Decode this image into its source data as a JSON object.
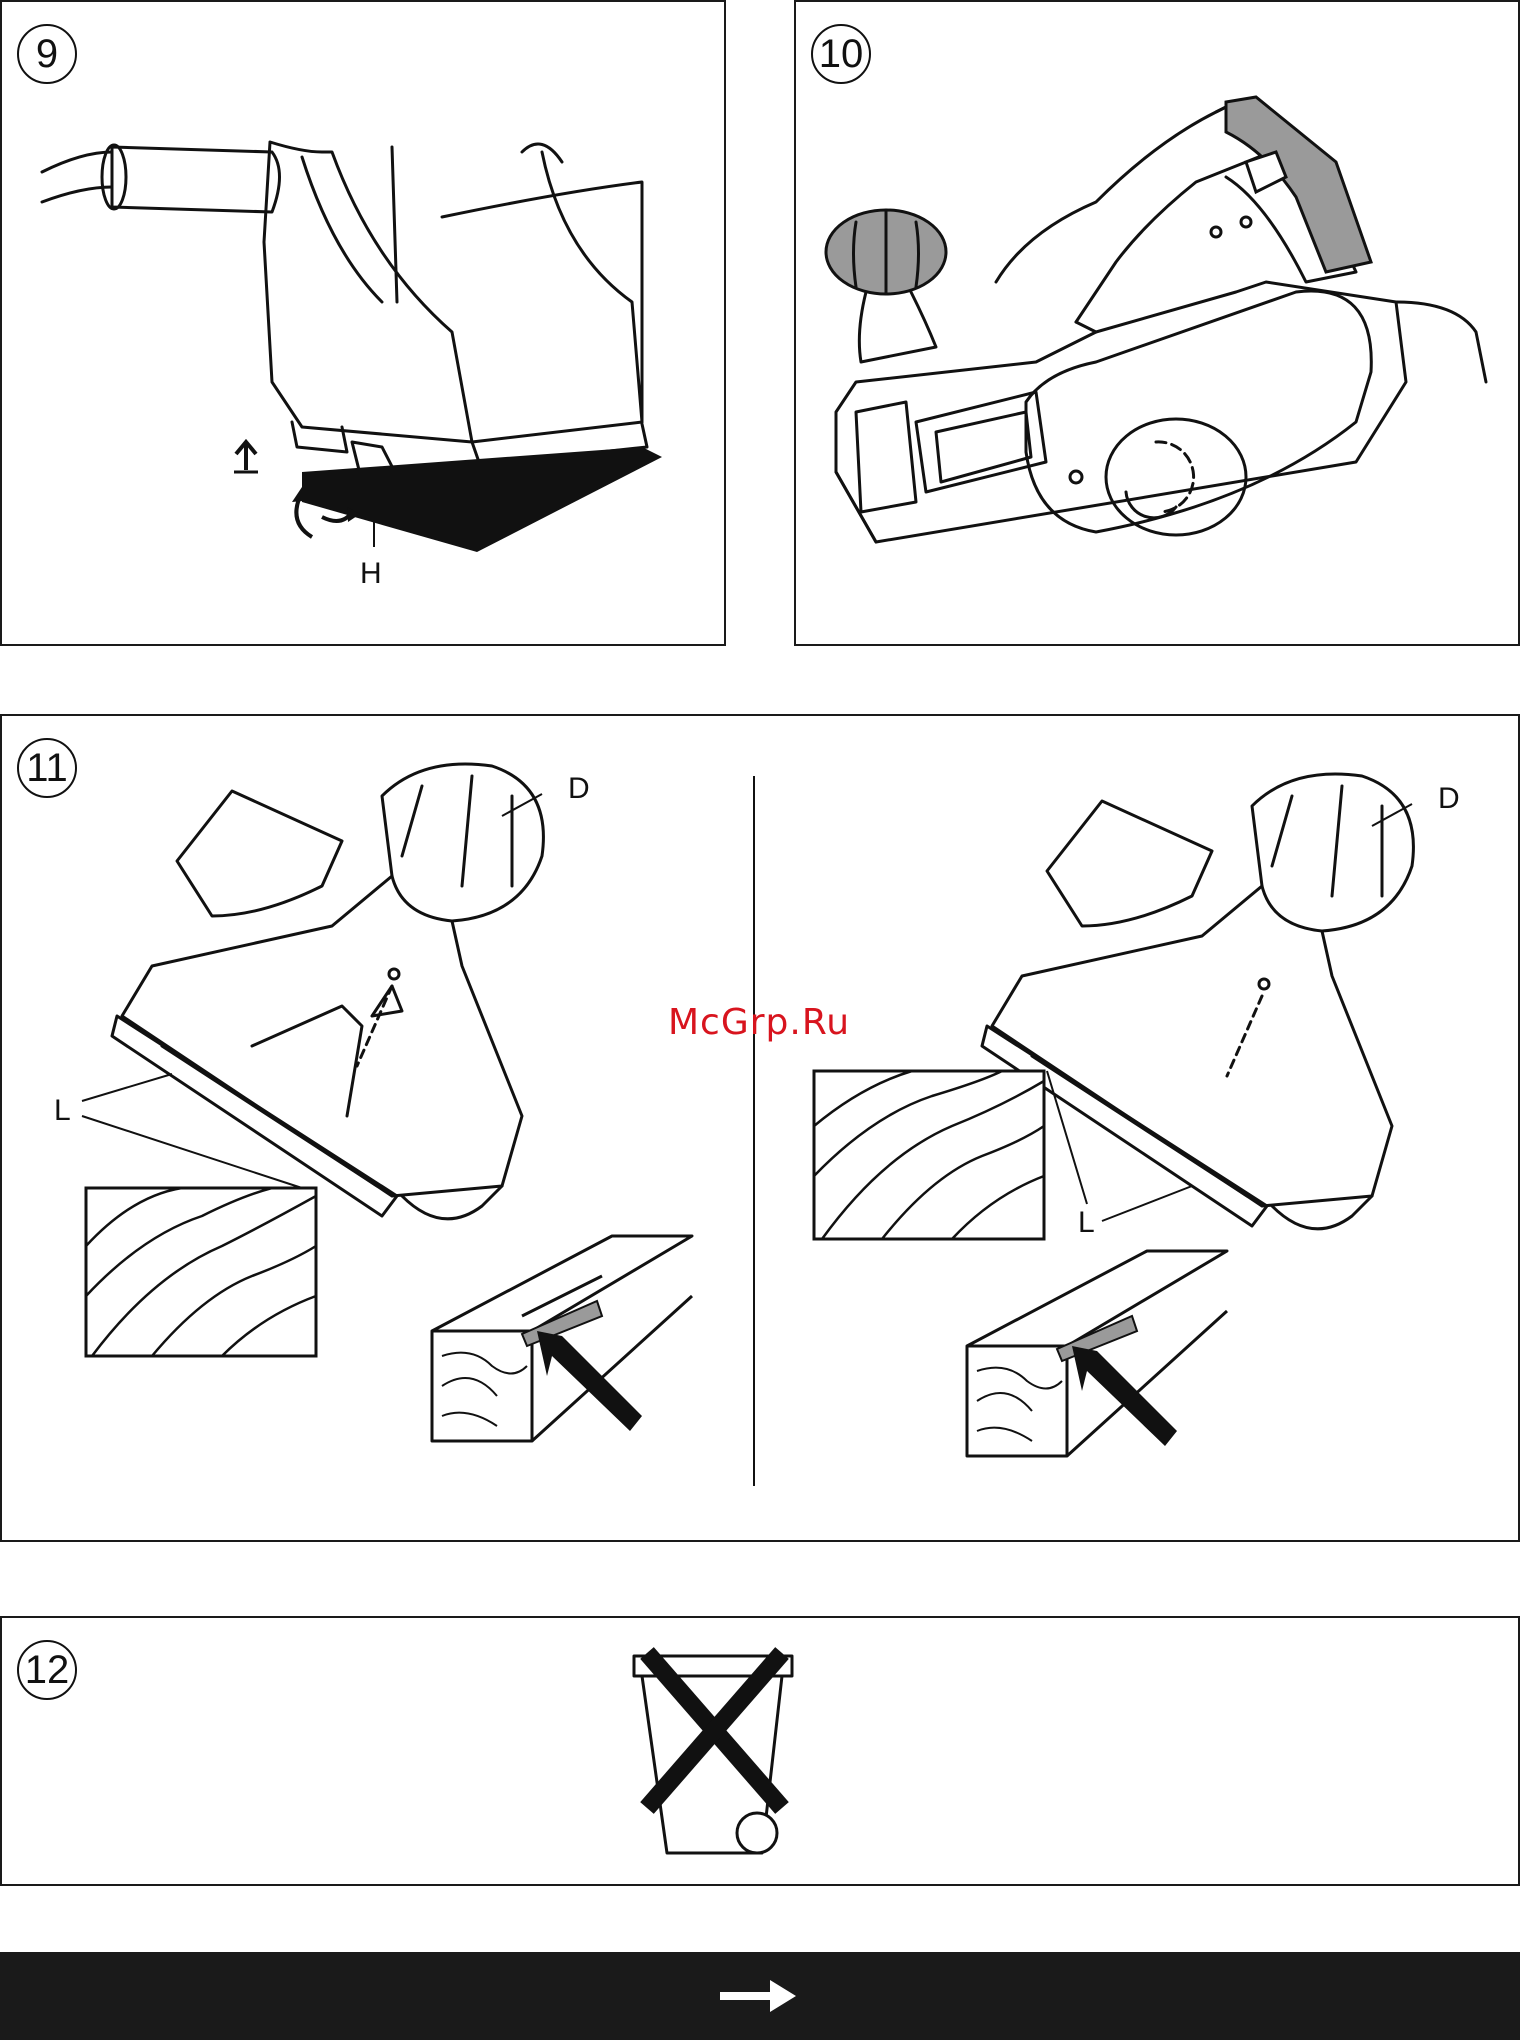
{
  "figures": [
    {
      "number": "9",
      "callouts": [
        "H"
      ]
    },
    {
      "number": "10"
    },
    {
      "number": "11",
      "callouts": [
        "D",
        "L",
        "D",
        "L"
      ]
    },
    {
      "number": "12",
      "icon": "crossed-out-wheelie-bin-icon"
    }
  ],
  "watermark": "McGrp.Ru",
  "footer": {
    "icon": "arrow-right-icon",
    "color": "#1a1a1a"
  },
  "colors": {
    "line": "#111111",
    "grip_gray": "#9a9a9a",
    "watermark_red": "#d8141e"
  }
}
